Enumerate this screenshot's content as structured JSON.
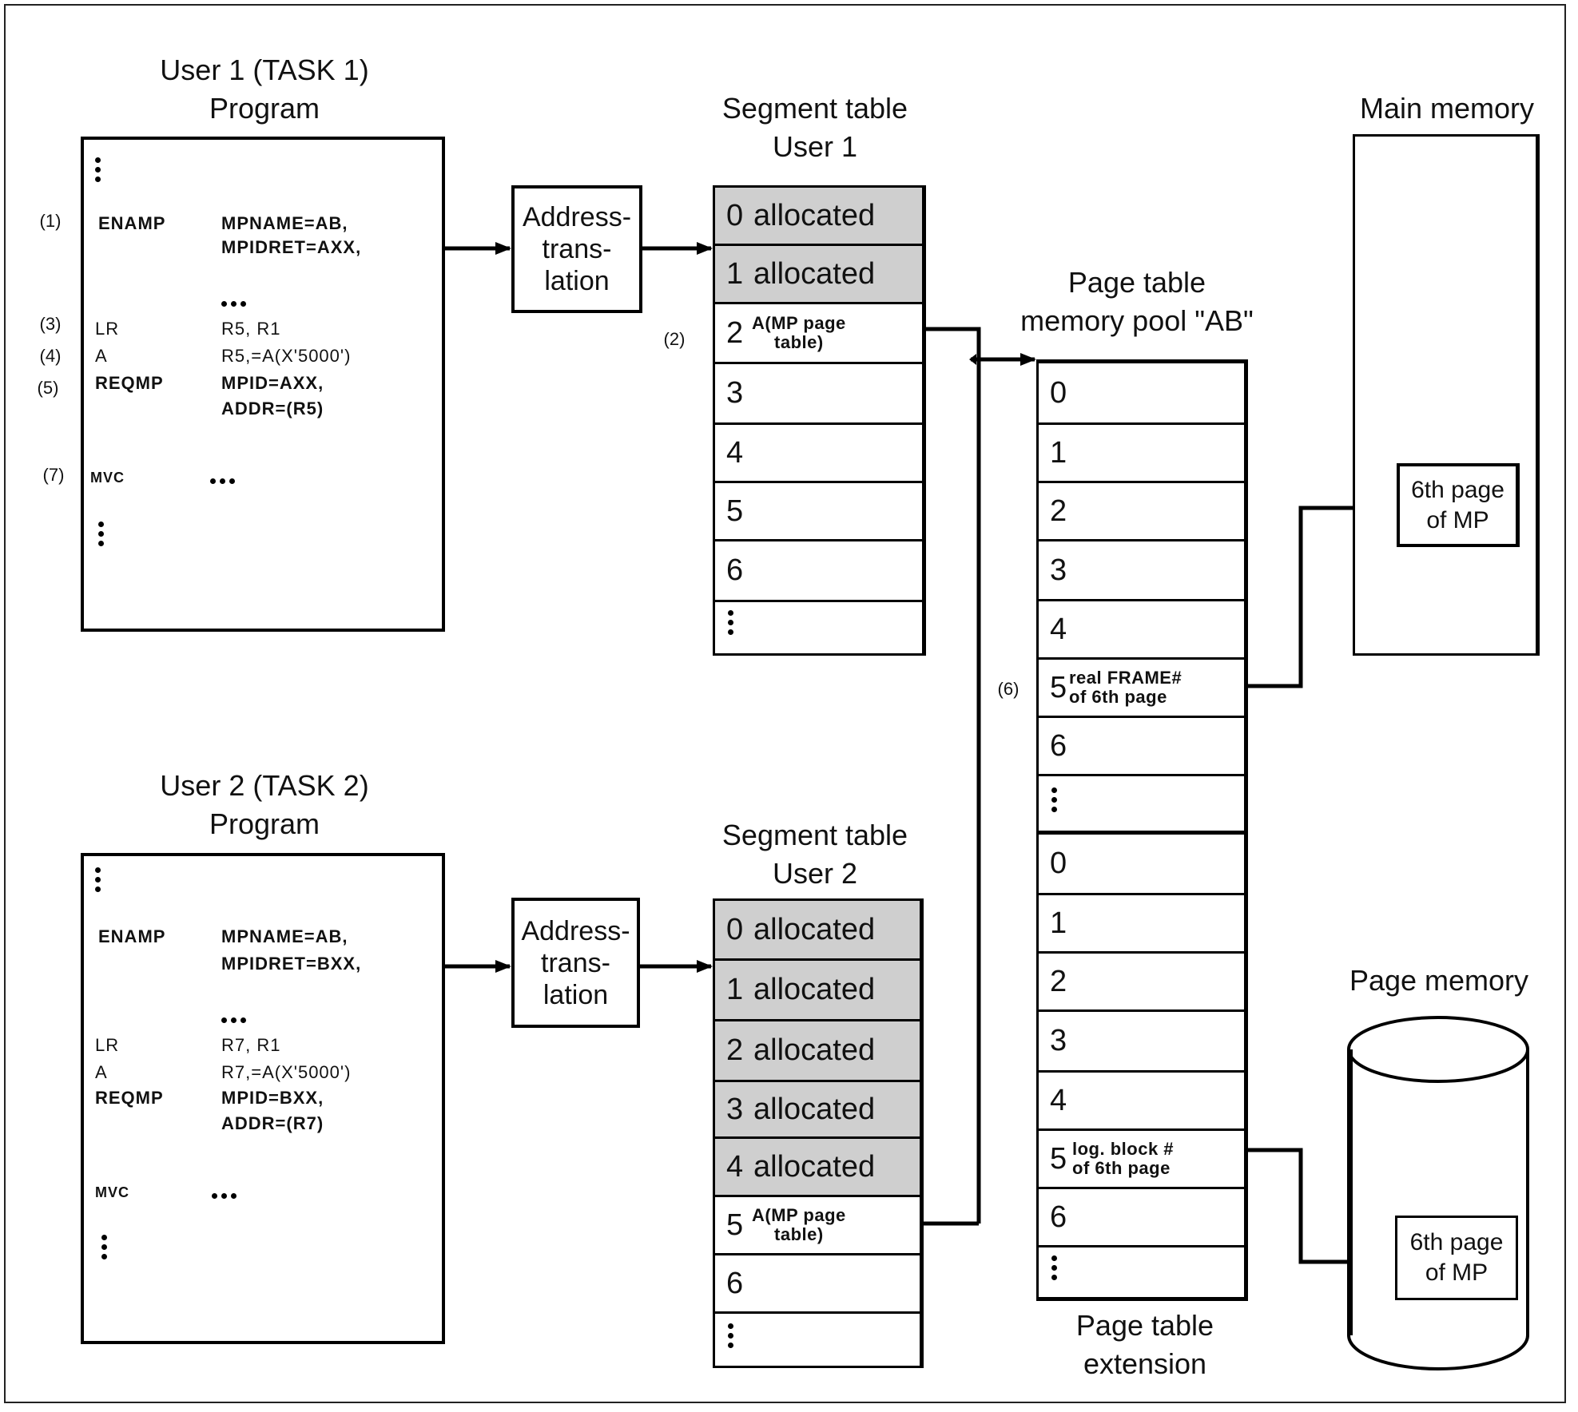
{
  "user1": {
    "title_line1": "User 1 (TASK 1)",
    "title_line2": "Program",
    "lines": [
      {
        "step": "(1)",
        "op": "ENAMP",
        "arg": "MPNAME=AB,"
      },
      {
        "step": "",
        "op": "",
        "arg": "MPIDRET=AXX,"
      },
      {
        "step": "(3)",
        "op": "LR",
        "arg": "R5, R1"
      },
      {
        "step": "(4)",
        "op": "A",
        "arg": "R5,=A(X'5000')"
      },
      {
        "step": "(5)",
        "op": "REQMP",
        "arg": "MPID=AXX,"
      },
      {
        "step": "",
        "op": "",
        "arg": "ADDR=(R5)"
      },
      {
        "step": "(7)",
        "op": "MVC",
        "arg": ""
      }
    ]
  },
  "user2": {
    "title_line1": "User 2 (TASK 2)",
    "title_line2": "Program",
    "lines": [
      {
        "op": "ENAMP",
        "arg": "MPNAME=AB,"
      },
      {
        "op": "",
        "arg": "MPIDRET=BXX,"
      },
      {
        "op": "LR",
        "arg": "R7, R1"
      },
      {
        "op": "A",
        "arg": "R7,=A(X'5000')"
      },
      {
        "op": "REQMP",
        "arg": "MPID=BXX,"
      },
      {
        "op": "",
        "arg": "ADDR=(R7)"
      },
      {
        "op": "MVC",
        "arg": ""
      }
    ]
  },
  "address_translation": {
    "line1": "Address-",
    "line2": "trans-",
    "line3": "lation"
  },
  "segment_table_1": {
    "title_line1": "Segment table",
    "title_line2": "User 1",
    "step_label": "(2)",
    "rows": [
      {
        "index": "0",
        "text": "allocated",
        "allocated": true
      },
      {
        "index": "1",
        "text": "allocated",
        "allocated": true
      },
      {
        "index": "2",
        "text_line1": "A(MP page",
        "text_line2": "table)",
        "allocated": false
      },
      {
        "index": "3",
        "text": "",
        "allocated": false
      },
      {
        "index": "4",
        "text": "",
        "allocated": false
      },
      {
        "index": "5",
        "text": "",
        "allocated": false
      },
      {
        "index": "6",
        "text": "",
        "allocated": false
      },
      {
        "index": "⋮",
        "text": "",
        "allocated": false
      }
    ]
  },
  "segment_table_2": {
    "title_line1": "Segment table",
    "title_line2": "User 2",
    "rows": [
      {
        "index": "0",
        "text": "allocated",
        "allocated": true
      },
      {
        "index": "1",
        "text": "allocated",
        "allocated": true
      },
      {
        "index": "2",
        "text": "allocated",
        "allocated": true
      },
      {
        "index": "3",
        "text": "allocated",
        "allocated": true
      },
      {
        "index": "4",
        "text": "allocated",
        "allocated": true
      },
      {
        "index": "5",
        "text_line1": "A(MP page",
        "text_line2": "table)",
        "allocated": false
      },
      {
        "index": "6",
        "text": "",
        "allocated": false
      },
      {
        "index": "⋮",
        "text": "",
        "allocated": false
      }
    ]
  },
  "page_table": {
    "title_line1": "Page table",
    "title_line2": "memory pool \"AB\"",
    "step_label": "(6)",
    "rows": [
      {
        "index": "0"
      },
      {
        "index": "1"
      },
      {
        "index": "2"
      },
      {
        "index": "3"
      },
      {
        "index": "4"
      },
      {
        "index": "5",
        "text_line1": "real FRAME#",
        "text_line2": "of 6th page"
      },
      {
        "index": "6"
      },
      {
        "index": "⋮"
      }
    ]
  },
  "page_table_extension": {
    "title_line1": "Page table",
    "title_line2": "extension",
    "rows": [
      {
        "index": "0"
      },
      {
        "index": "1"
      },
      {
        "index": "2"
      },
      {
        "index": "3"
      },
      {
        "index": "4"
      },
      {
        "index": "5",
        "text_line1": "log. block #",
        "text_line2": "of 6th page"
      },
      {
        "index": "6"
      },
      {
        "index": "⋮"
      }
    ]
  },
  "main_memory": {
    "title": "Main memory",
    "page_line1": "6th page",
    "page_line2": "of MP"
  },
  "page_memory": {
    "title": "Page memory",
    "page_line1": "6th page",
    "page_line2": "of MP"
  },
  "colors": {
    "allocated_fill": "#cfcfcf",
    "line": "#000000"
  }
}
